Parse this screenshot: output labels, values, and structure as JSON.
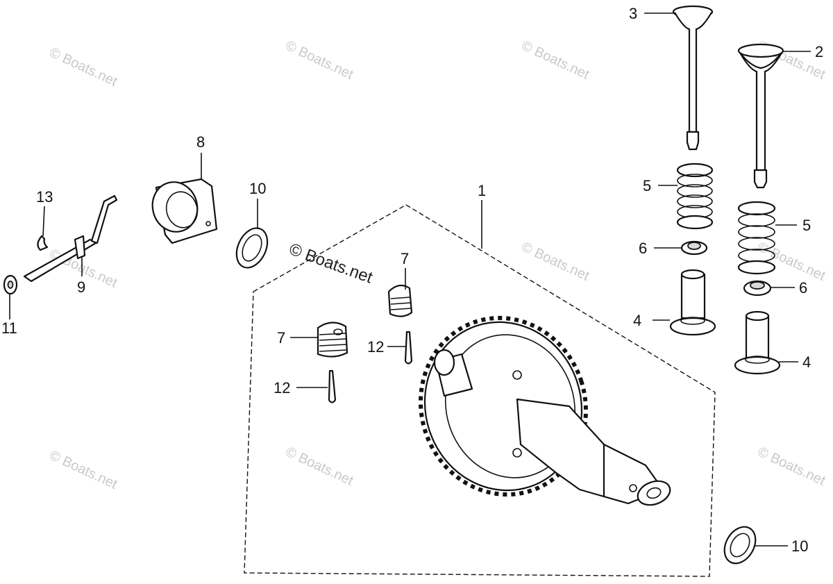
{
  "watermark": {
    "text": "© Boats.net",
    "main_text": "© Boats.net"
  },
  "callouts": [
    {
      "id": "c1",
      "number": "1"
    },
    {
      "id": "c2",
      "number": "2"
    },
    {
      "id": "c3",
      "number": "3"
    },
    {
      "id": "c4a",
      "number": "4"
    },
    {
      "id": "c4b",
      "number": "4"
    },
    {
      "id": "c5a",
      "number": "5"
    },
    {
      "id": "c5b",
      "number": "5"
    },
    {
      "id": "c6a",
      "number": "6"
    },
    {
      "id": "c6b",
      "number": "6"
    },
    {
      "id": "c7a",
      "number": "7"
    },
    {
      "id": "c7b",
      "number": "7"
    },
    {
      "id": "c8",
      "number": "8"
    },
    {
      "id": "c9",
      "number": "9"
    },
    {
      "id": "c10a",
      "number": "10"
    },
    {
      "id": "c10b",
      "number": "10"
    },
    {
      "id": "c11",
      "number": "11"
    },
    {
      "id": "c12a",
      "number": "12"
    },
    {
      "id": "c12b",
      "number": "12"
    },
    {
      "id": "c13",
      "number": "13"
    }
  ]
}
